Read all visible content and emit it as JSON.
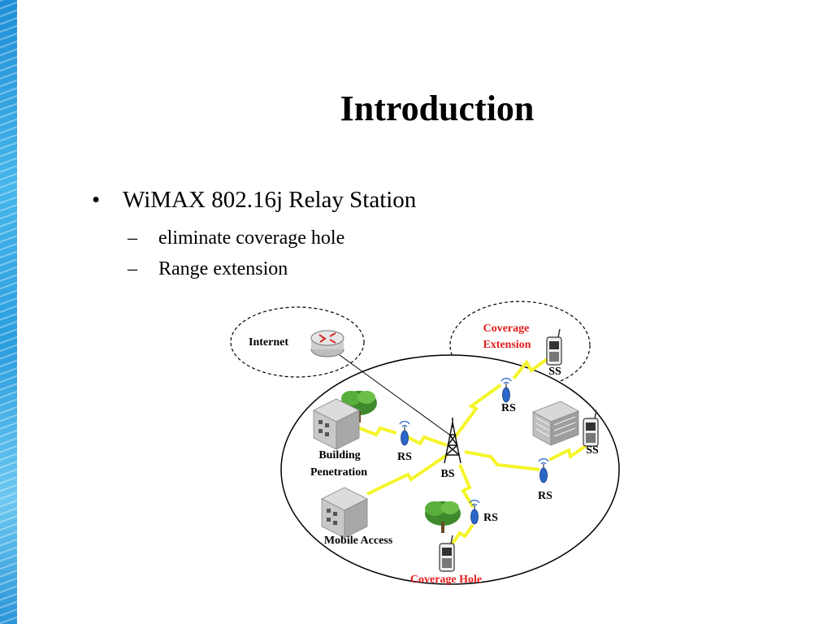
{
  "slide": {
    "title": "Introduction",
    "bullet": {
      "marker": "•",
      "text": "WiMAX 802.16j Relay Station"
    },
    "sub_bullets": [
      {
        "marker": "–",
        "text": "eliminate coverage hole"
      },
      {
        "marker": "–",
        "text": "Range extension"
      }
    ]
  },
  "diagram": {
    "internet": "Internet",
    "coverage_extension": [
      "Coverage",
      "Extension"
    ],
    "building_penetration": [
      "Building",
      "Penetration"
    ],
    "mobile_access": "Mobile Access",
    "coverage_hole": "Coverage Hole",
    "bs": "BS",
    "rs": "RS",
    "ss": "SS",
    "colors": {
      "highlight": "#e41b1b",
      "link": "#f5f52a",
      "antenna": "#2b66c9"
    }
  }
}
